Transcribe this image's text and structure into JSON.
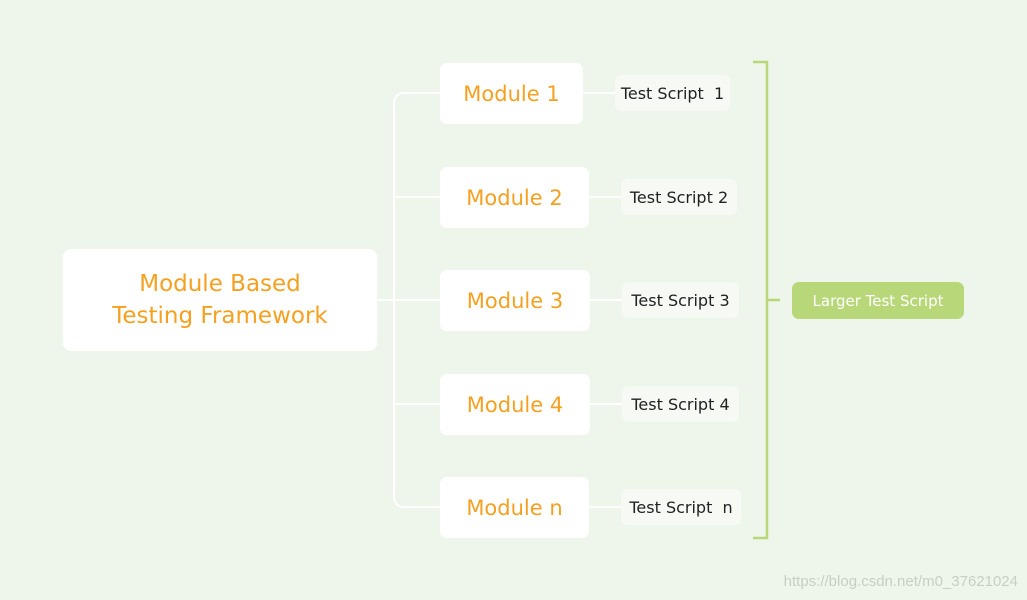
{
  "root": {
    "line1": "Module Based",
    "line2": "Testing Framework"
  },
  "modules": [
    {
      "label": "Module 1",
      "script": "Test Script  1"
    },
    {
      "label": "Module 2",
      "script": "Test Script 2"
    },
    {
      "label": "Module 3",
      "script": "Test Script 3"
    },
    {
      "label": "Module 4",
      "script": "Test Script 4"
    },
    {
      "label": "Module n",
      "script": "Test Script  n"
    }
  ],
  "summary": {
    "label": "Larger Test Script"
  },
  "watermark": "https://blog.csdn.net/m0_37621024",
  "colors": {
    "background": "#eef5ea",
    "module_text": "#f5a020",
    "bracket": "#b7d778",
    "summary_fill": "#b7d778"
  }
}
